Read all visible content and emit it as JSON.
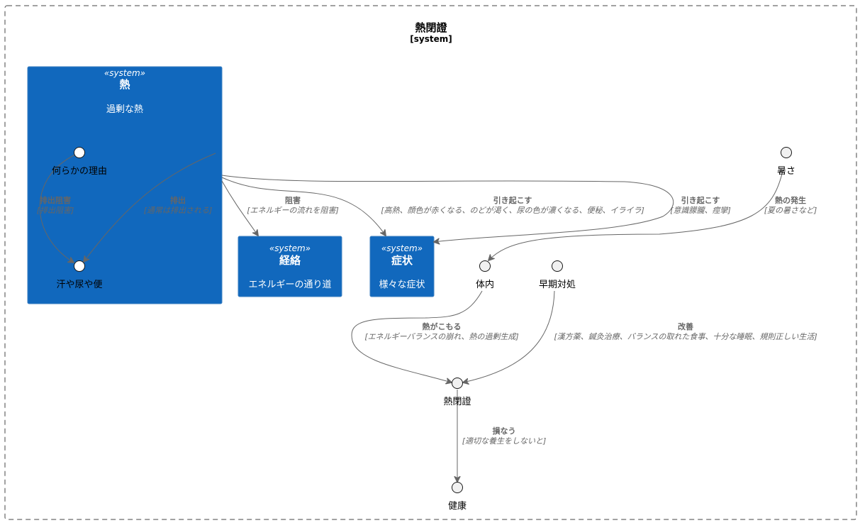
{
  "boundary": {
    "title": "熱閉證",
    "stereotype": "[system]"
  },
  "systems": {
    "heat": {
      "stereotype": "«system»",
      "name": "熱",
      "description": "過剰な熱"
    },
    "meridian": {
      "stereotype": "«system»",
      "name": "経絡",
      "description": "エネルギーの通り道"
    },
    "symptom": {
      "stereotype": "«system»",
      "name": "症状",
      "description": "様々な症状"
    }
  },
  "interfaces": {
    "reason": "何らかの理由",
    "sweat": "汗や尿や便",
    "heat_summer": "暑さ",
    "body": "体内",
    "early": "早期対処",
    "closure": "熱閉證",
    "health": "健康"
  },
  "edges": {
    "block_excretion": {
      "label": "排出阻害",
      "tech": "[排出阻害]"
    },
    "excretion": {
      "label": "排出",
      "tech": "[通常は排出される]"
    },
    "obstruct": {
      "label": "阻害",
      "tech": "[エネルギーの流れを阻害]"
    },
    "cause1": {
      "label": "引き起こす",
      "tech": "[高熱、顔色が赤くなる、のどが渇く、尿の色が濃くなる、便秘、イライラ]"
    },
    "cause2": {
      "label": "引き起こす",
      "tech": "[意識朦朧、痙攣]"
    },
    "heat_gen": {
      "label": "熱の発生",
      "tech": "[夏の暑さなど]"
    },
    "trapped": {
      "label": "熱がこもる",
      "tech": "[エネルギーバランスの崩れ、熱の過剰生成]"
    },
    "improve": {
      "label": "改善",
      "tech": "[漢方薬、鍼灸治療、バランスの取れた食事、十分な睡眠、規則正しい生活]"
    },
    "harm": {
      "label": "損なう",
      "tech": "[適切な養生をしないと]"
    }
  },
  "colors": {
    "system_fill": "#1168BD",
    "edge": "#666666",
    "interface_fill": "#F1F1F1"
  }
}
